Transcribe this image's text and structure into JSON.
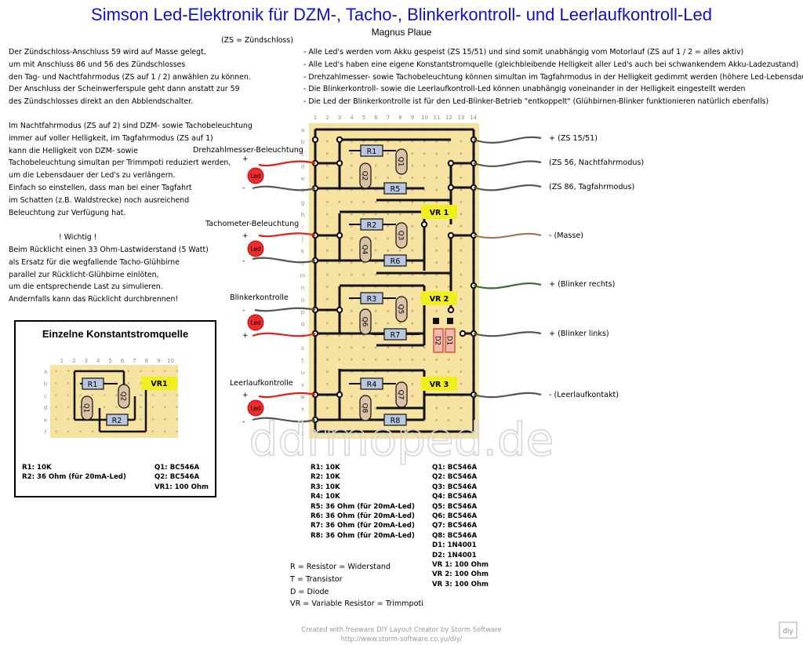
{
  "header": {
    "title": "Simson Led-Elektronik für DZM-, Tacho-, Blinkerkontroll- und Leerlaufkontroll-Led",
    "author": "Magnus Plaue"
  },
  "left_text": {
    "zs_note": "(ZS = Zündschloss)",
    "para1": [
      "Der Zündschloss-Anschluss 59 wird auf Masse gelegt,",
      "um mit Anschluss 86 und 56 des Zündschlosses",
      "den Tag- und Nachtfahrmodus (ZS auf 1 / 2) anwählen zu können.",
      "Der Anschluss der Scheinwerferspule geht dann anstatt zur 59",
      "des Zündschlosses direkt an den Abblendschalter."
    ],
    "para2": [
      "Im Nachtfahrmodus (ZS auf 2) sind DZM- sowie Tachobeleuchtung",
      "immer auf voller Helligkeit, im Tagfahrmodus (ZS auf 1)",
      "kann die Helligkeit von DZM- sowie",
      "Tachobeleuchtung simultan per Trimmpoti reduziert werden,",
      "um die Lebensdauer der Led's zu verlängern.",
      "Einfach so einstellen, dass man bei einer Tagfahrt",
      "im Schatten (z.B. Waldstrecke) noch ausreichend",
      "Beleuchtung zur Verfügung hat."
    ],
    "warning": "! Wichtig !",
    "para3": [
      "Beim Rücklicht einen 33 Ohm-Lastwiderstand (5 Watt)",
      "als Ersatz für die wegfallende Tacho-Glühbirne",
      "parallel zur Rücklicht-Glühbirne einlöten,",
      "um die entsprechende Last zu simulieren.",
      "Andernfalls kann das Rücklicht durchbrennen!"
    ]
  },
  "right_text": [
    "- Alle Led's werden vom Akku gespeist (ZS 15/51) und sind somit unabhängig vom Motorlauf (ZS auf 1 / 2 = alles aktiv)",
    "- Alle Led's haben eine eigene Konstantstromquelle (gleichbleibende Helligkeit aller Led's auch bei schwankendem Akku-Ladezustand)",
    "- Drehzahlmesser- sowie Tachobeleuchtung können simultan im Tagfahrmodus in der Helligkeit gedimmt werden (höhere Led-Lebensdauer)",
    "- Die Blinkerkontroll- sowie die Leerlaufkontroll-Led können unabhängig voneinander in der Helligkeit eingestellt werden",
    "- Die Led der Blinkerkontrolle ist für den Led-Blinker-Betrieb \"entkoppelt\" (Glühbirnen-Blinker funktionieren natürlich ebenfalls)"
  ],
  "led_labels": {
    "dzm": "Drehzahlmesser-Beleuchtung",
    "tacho": "Tachometer-Beleuchtung",
    "blinker": "Blinkerkontrolle",
    "leerlauf": "Leerlaufkontrolle",
    "led": "Led",
    "plus": "+",
    "minus": "-"
  },
  "wire_labels": [
    "+ (ZS 15/51)",
    "(ZS 56, Nachtfahrmodus)",
    "(ZS 86, Tagfahrmodus)",
    "- (Masse)",
    "+ (Blinker rechts)",
    "+ (Blinker links)",
    "- (Leerlaufkontakt)"
  ],
  "board": {
    "columns": [
      "1",
      "2",
      "3",
      "4",
      "5",
      "6",
      "7",
      "8",
      "9",
      "10",
      "11",
      "12",
      "13",
      "14"
    ],
    "rows": [
      "a",
      "b",
      "c",
      "d",
      "e",
      "f",
      "g",
      "h",
      "i",
      "j",
      "k",
      "l",
      "m",
      "n",
      "o",
      "p",
      "q",
      "r",
      "s",
      "t",
      "u",
      "v",
      "w",
      "x",
      "y",
      "z"
    ],
    "resistors": [
      "R1",
      "R5",
      "R2",
      "R6",
      "R3",
      "R7",
      "R4",
      "R8"
    ],
    "transistors": [
      "Q1",
      "Q2",
      "Q3",
      "Q4",
      "Q5",
      "Q6",
      "Q7",
      "Q8"
    ],
    "trimmers": [
      "VR 1",
      "VR 2",
      "VR 3"
    ],
    "diodes": [
      "D2",
      "D1"
    ]
  },
  "inset": {
    "title": "Einzelne Konstantstromquelle",
    "columns": [
      "1",
      "2",
      "3",
      "4",
      "5",
      "6",
      "7",
      "8",
      "9",
      "10"
    ],
    "rows": [
      "a",
      "b",
      "c",
      "d",
      "e",
      "f"
    ],
    "resistors": [
      "R1",
      "R2"
    ],
    "transistors": [
      "Q1",
      "Q2"
    ],
    "trimmer": "VR1",
    "parts_left": [
      "R1: 10K",
      "R2: 36 Ohm (für 20mA-Led)"
    ],
    "parts_right": [
      "Q1: BC546A",
      "Q2: BC546A",
      "VR1: 100 Ohm"
    ]
  },
  "parts_list": {
    "left": [
      "R1: 10K",
      "R2: 10K",
      "R3: 10K",
      "R4: 10K",
      "R5: 36 Ohm (für 20mA-Led)",
      "R6: 36 Ohm (für 20mA-Led)",
      "R7: 36 Ohm (für 20mA-Led)",
      "R8: 36 Ohm (für 20mA-Led)"
    ],
    "right": [
      "Q1: BC546A",
      "Q2: BC546A",
      "Q3: BC546A",
      "Q4: BC546A",
      "Q5: BC546A",
      "Q6: BC546A",
      "Q7: BC546A",
      "Q8: BC546A",
      "D1: 1N4001",
      "D2: 1N4001",
      "VR 1: 100 Ohm",
      "VR 2: 100 Ohm",
      "VR 3: 100 Ohm"
    ]
  },
  "legend": [
    "R = Resistor = Widerstand",
    "T = Transistor",
    "D = Diode",
    "VR = Variable Resistor = Trimmpoti"
  ],
  "footer": {
    "line1": "Created with freeware DIY Layout Creator by Storm Software",
    "line2": "http://www.storm-software.co.yu/diy/",
    "watermark": "ddrmoped.de",
    "logo": "diy"
  },
  "colors": {
    "title": "#1010c8",
    "board": "#f6e3a2",
    "trimmer": "#f0ee1e",
    "resistor_body": "#b9c6df",
    "transistor_body": "#d9c2a6",
    "led": "#ef2b2b",
    "wire_red": "#e02020",
    "wire_gray": "#555555",
    "wire_brown": "#9a7a58",
    "wire_green": "#3e6b2e"
  }
}
